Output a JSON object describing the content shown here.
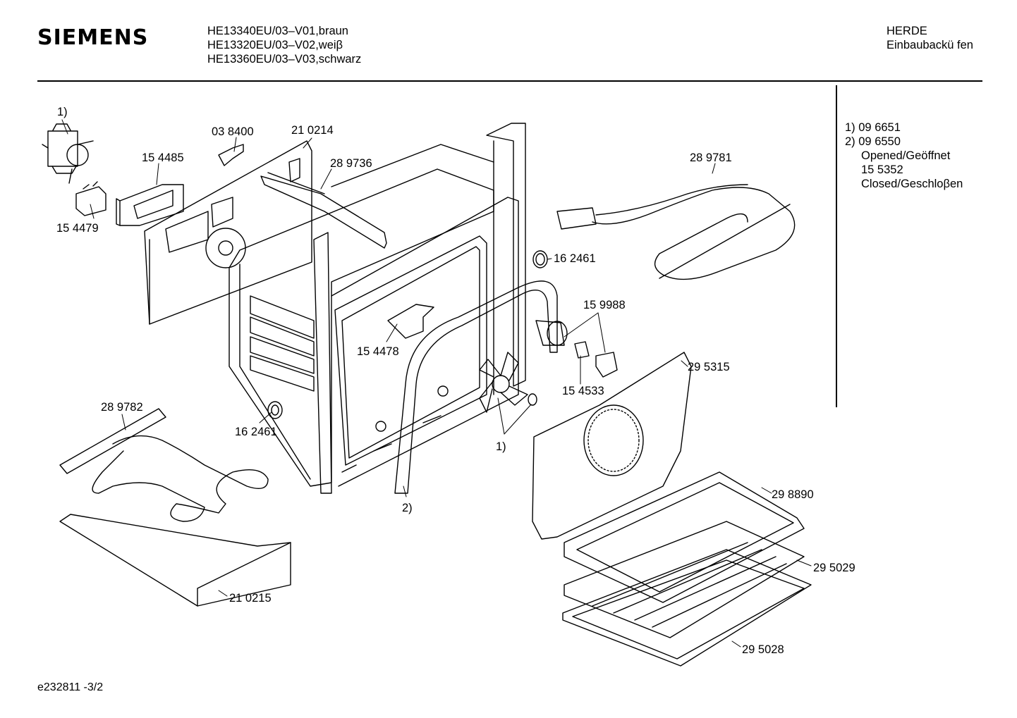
{
  "header": {
    "brand": "SIEMENS",
    "models": [
      "HE13340EU/03–V01,braun",
      "HE13320EU/03–V02,weiβ",
      "HE13360EU/03–V03,schwarz"
    ],
    "category": [
      "HERDE",
      "Einbaubackü fen"
    ]
  },
  "notes": {
    "line1": "1)  09 6651",
    "line2": "2)  09 6550",
    "line3": "Opened/Geöffnet",
    "line4": "15 5352",
    "line5": "Closed/Geschloβen"
  },
  "footer": {
    "doc_id": "e232811    -3/2"
  },
  "parts": {
    "p_1a": "1)",
    "p_154485": "15 4485",
    "p_038400": "03 8400",
    "p_210214": "21 0214",
    "p_289736": "28 9736",
    "p_154479": "15 4479",
    "p_289781": "28 9781",
    "p_162461a": "16 2461",
    "p_159988": "15 9988",
    "p_154478": "15 4478",
    "p_154533": "15 4533",
    "p_295315": "29 5315",
    "p_289782": "28 9782",
    "p_162461b": "16 2461",
    "p_1b": "1)",
    "p_2": "2)",
    "p_298890": "29 8890",
    "p_295029": "29 5029",
    "p_210215": "21 0215",
    "p_295028": "29 5028"
  }
}
